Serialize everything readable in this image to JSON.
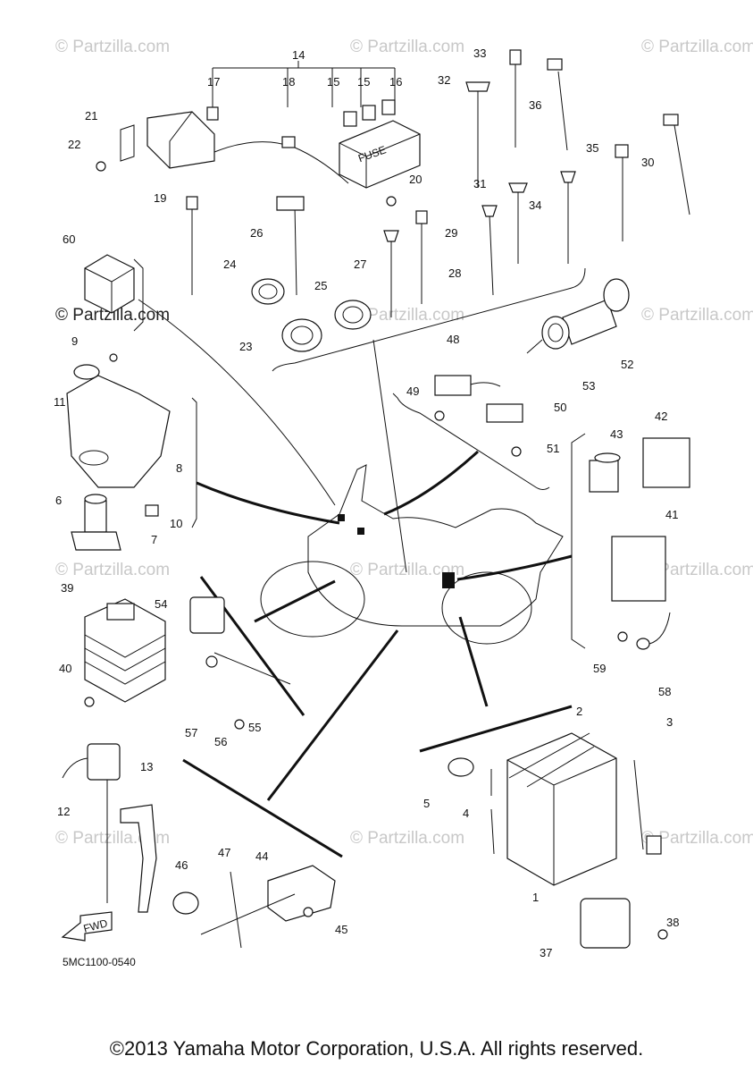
{
  "watermark": "© Partzilla.com",
  "diagram_code": "5MC1100-0540",
  "fwd_label": "FWD",
  "fuse_label": "FUSE",
  "copyright": "©2013 Yamaha Motor Corporation, U.S.A. All rights reserved.",
  "callouts": [
    "14",
    "17",
    "18",
    "15",
    "15",
    "16",
    "33",
    "32",
    "36",
    "21",
    "22",
    "20",
    "19",
    "26",
    "24",
    "25",
    "23",
    "27",
    "28",
    "29",
    "31",
    "34",
    "35",
    "30",
    "60",
    "9",
    "11",
    "8",
    "6",
    "7",
    "10",
    "48",
    "49",
    "50",
    "51",
    "52",
    "53",
    "43",
    "42",
    "41",
    "59",
    "58",
    "39",
    "40",
    "54",
    "57",
    "56",
    "55",
    "2",
    "3",
    "5",
    "4",
    "1",
    "13",
    "12",
    "46",
    "47",
    "44",
    "45",
    "38",
    "37"
  ]
}
